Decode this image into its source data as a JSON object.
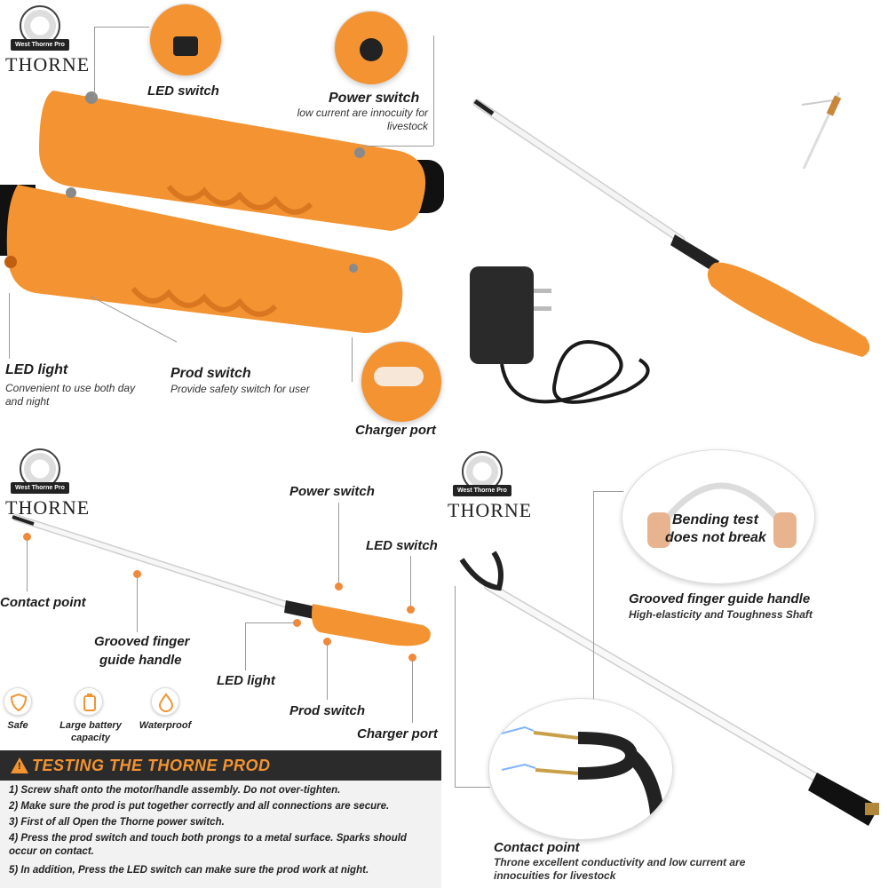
{
  "brand": {
    "ribbon": "West Thorne Pro",
    "wordmark": "THORNE"
  },
  "quadrant_top_left": {
    "led_switch": "LED switch",
    "power_switch": "Power switch",
    "power_switch_desc": "low current are innocuity for livestock",
    "led_light": "LED light",
    "led_light_desc": "Convenient to use both day and night",
    "prod_switch": "Prod switch",
    "prod_switch_desc": "Provide safety switch for user",
    "charger_port": "Charger port"
  },
  "quadrant_bottom_left": {
    "power_switch": "Power switch",
    "led_switch": "LED switch",
    "contact_point": "Contact point",
    "grooved_line1": "Grooved finger",
    "grooved_line2": "guide handle",
    "led_light": "LED light",
    "prod_switch": "Prod switch",
    "charger_port": "Charger port",
    "features": [
      {
        "label": "Safe",
        "icon": "shield-icon"
      },
      {
        "label": "Large battery capacity",
        "icon": "battery-icon"
      },
      {
        "label": "Waterproof",
        "icon": "droplet-icon"
      }
    ]
  },
  "testing": {
    "title": "TESTING THE THORNE PROD",
    "steps": [
      "1) Screw shaft onto the motor/handle assembly. Do not over-tighten.",
      "2) Make sure the prod is put together correctly and all connections are secure.",
      "3) First of all Open the Thorne power switch.",
      "4) Press the prod switch and touch both prongs to a metal surface. Sparks should occur on contact.",
      "5) In addition, Press the LED switch can make sure the prod work at night."
    ]
  },
  "quadrant_bottom_right": {
    "bending_line1": "Bending test",
    "bending_line2": "does not break",
    "grooved_handle": "Grooved finger guide handle",
    "grooved_handle_desc": "High-elasticity and Toughness Shaft",
    "contact_point": "Contact point",
    "contact_point_desc": "Throne excellent conductivity and low current are innocuities for livestock"
  },
  "colors": {
    "accent": "#f39332",
    "dark": "#2b2b2b"
  }
}
